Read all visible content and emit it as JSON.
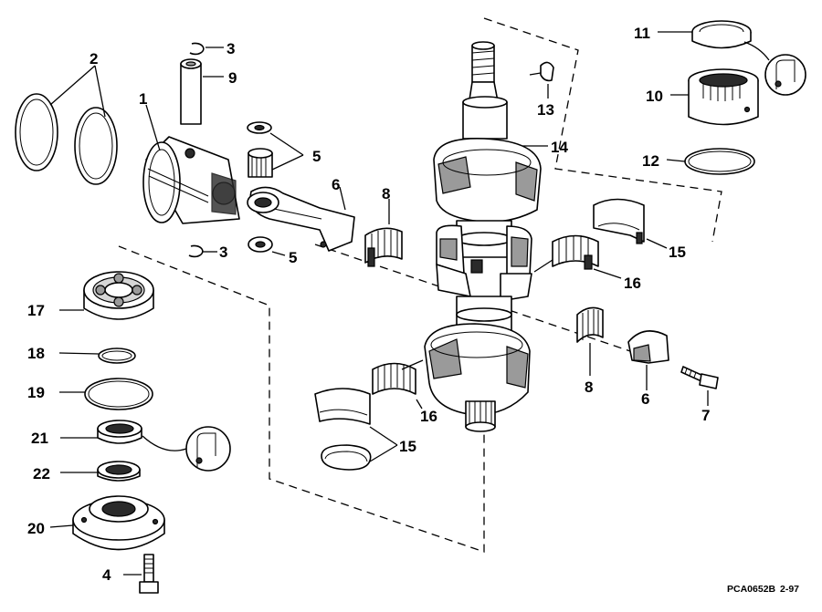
{
  "diagram": {
    "callouts": {
      "c1": "1",
      "c2": "2",
      "c3a": "3",
      "c3b": "3",
      "c4": "4",
      "c5a": "5",
      "c5b": "5",
      "c6a": "6",
      "c6b": "6",
      "c7": "7",
      "c8a": "8",
      "c8b": "8",
      "c9": "9",
      "c10": "10",
      "c11": "11",
      "c12": "12",
      "c13": "13",
      "c14": "14",
      "c15a": "15",
      "c15b": "15",
      "c16a": "16",
      "c16b": "16",
      "c17": "17",
      "c18": "18",
      "c19": "19",
      "c20": "20",
      "c21": "21",
      "c22": "22"
    },
    "ref_code": "PCA0652B",
    "ref_date": "2-97"
  }
}
